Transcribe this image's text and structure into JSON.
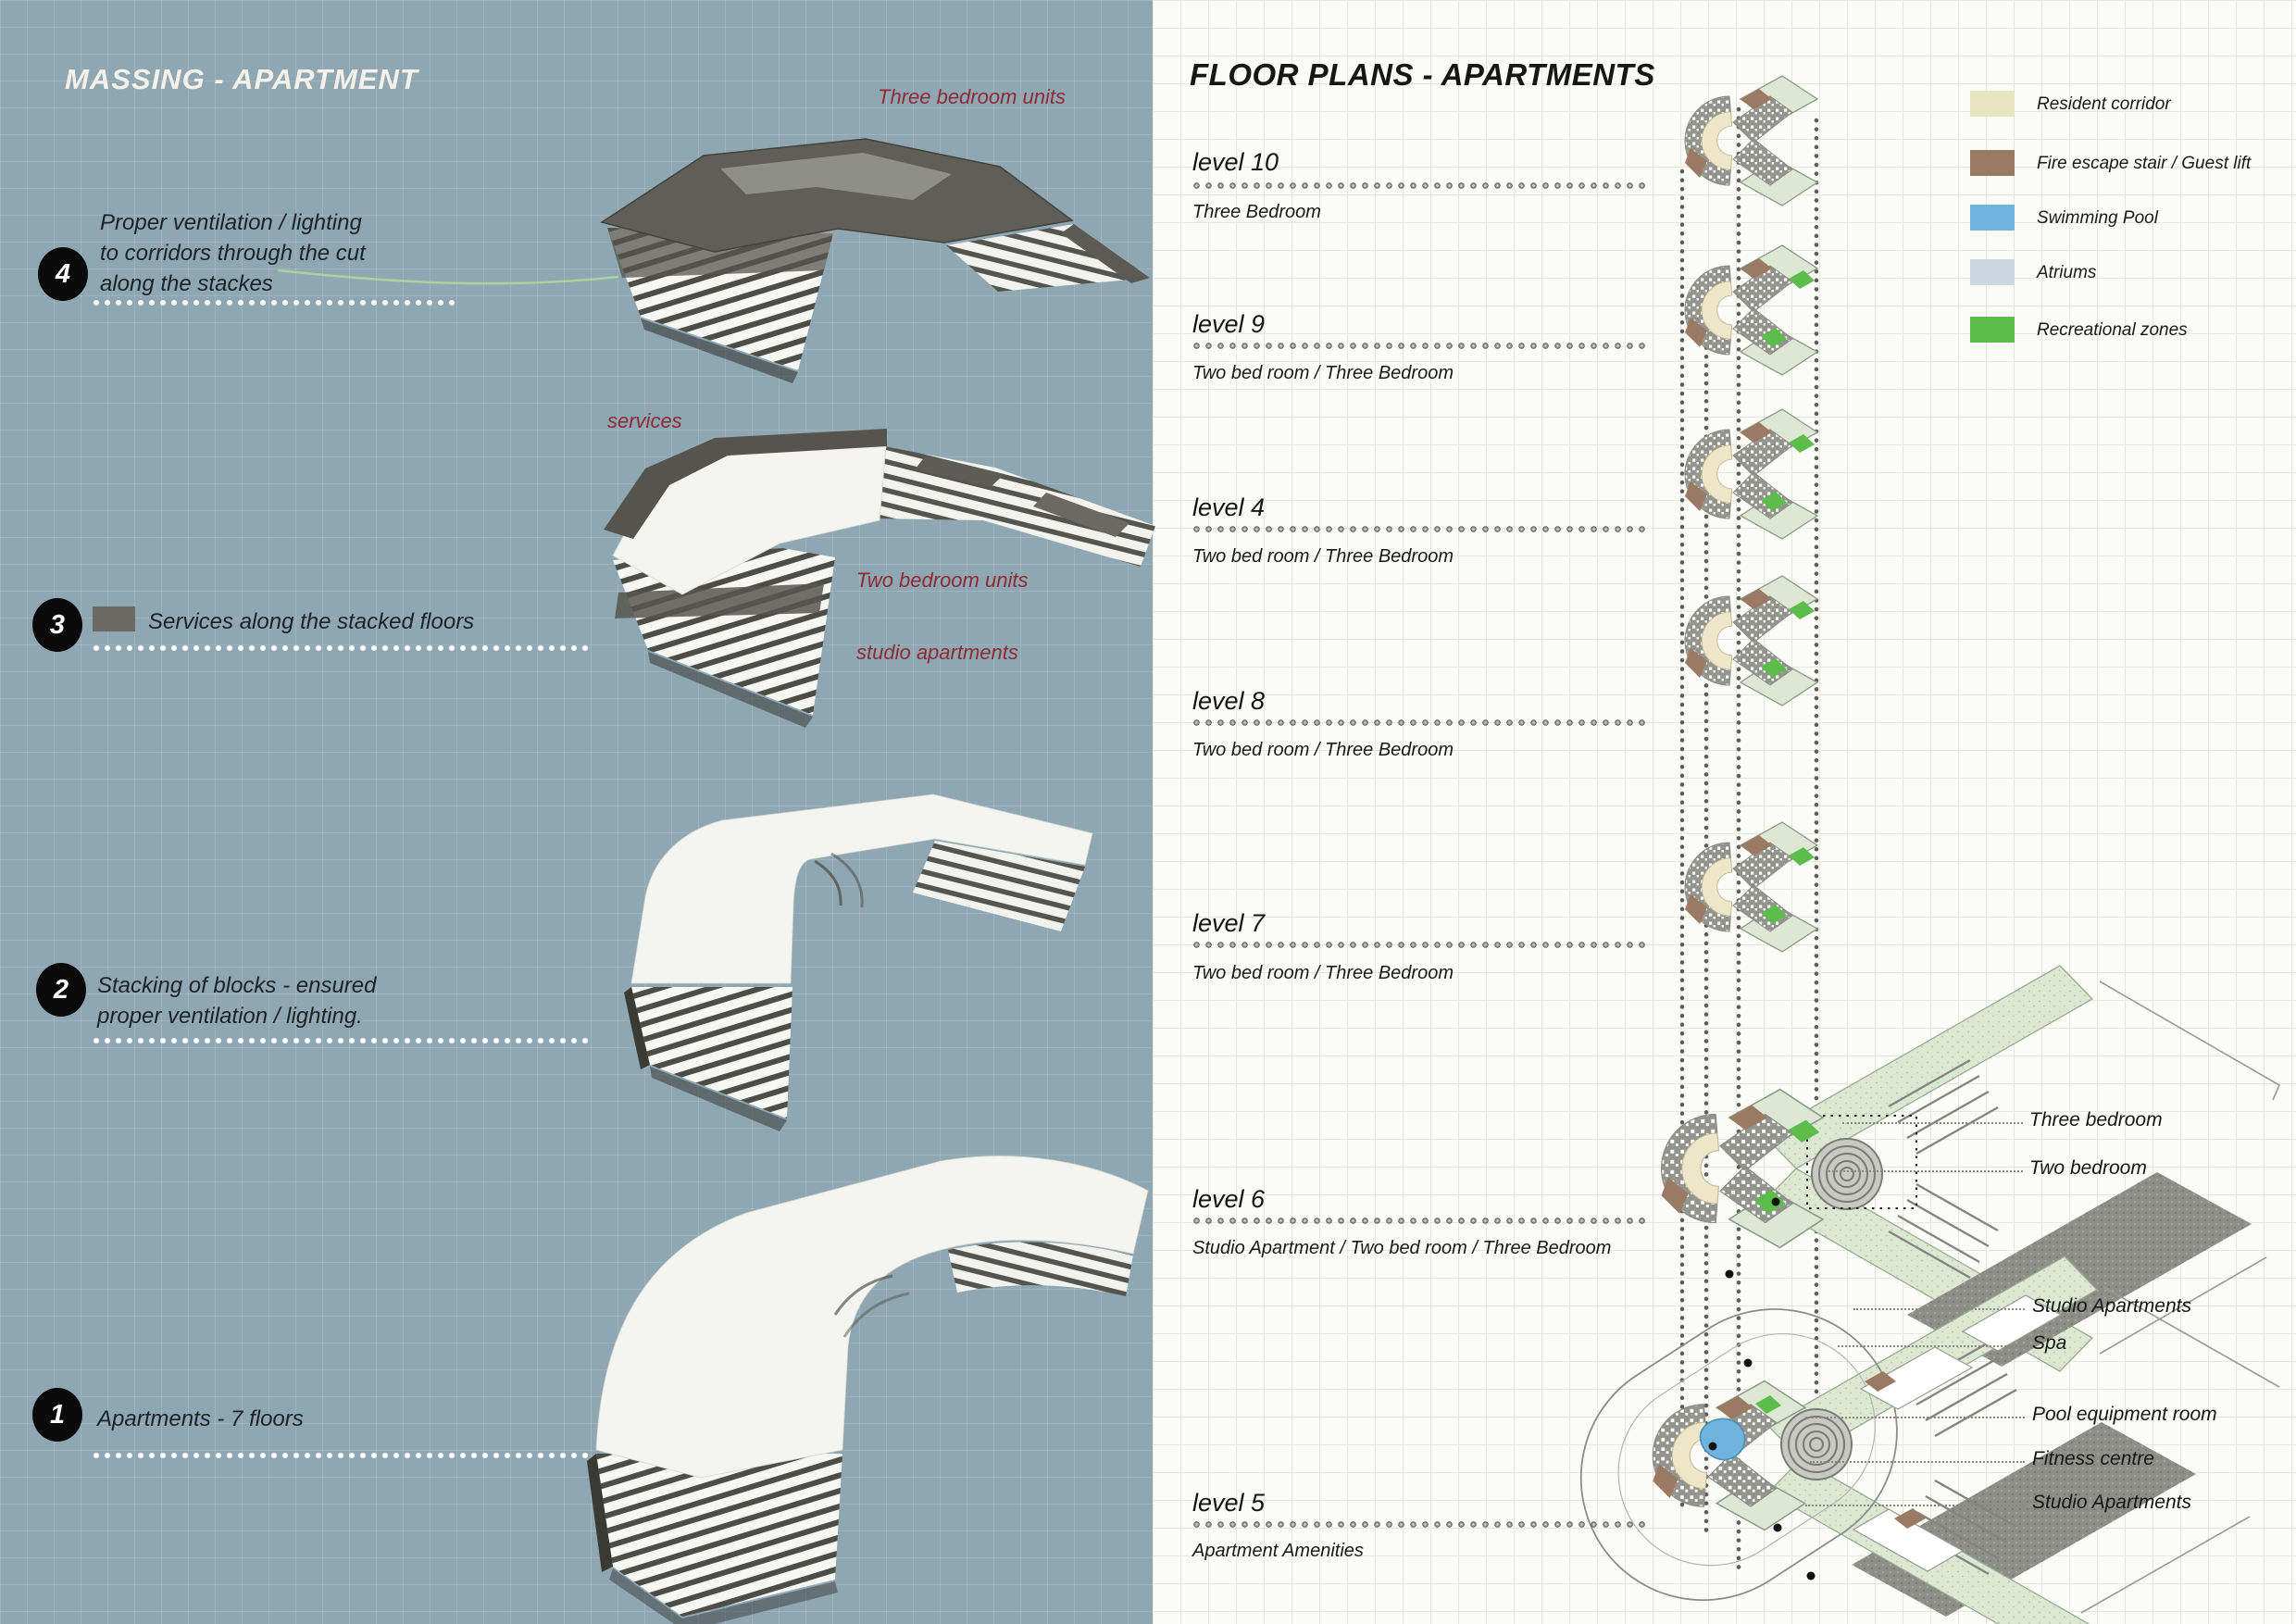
{
  "left_panel": {
    "title": "MASSING - APARTMENT",
    "massing_labels": {
      "three_bedroom": "Three bedroom units",
      "services": "services",
      "two_bedroom": "Two bedroom units",
      "studio": "studio apartments"
    },
    "annotations": [
      {
        "number": "4",
        "text": "Proper ventilation / lighting to corridors through the cut along the stackes"
      },
      {
        "number": "3",
        "text": "Services along the stacked floors",
        "swatch_color": "#6b6b64"
      },
      {
        "number": "2",
        "text": "Stacking of blocks - ensured proper ventilation / lighting."
      },
      {
        "number": "1",
        "text": "Apartments - 7 floors"
      }
    ]
  },
  "right_panel": {
    "title": "FLOOR PLANS - APARTMENTS",
    "legend": [
      {
        "label": "Resident corridor",
        "color": "#e9e5c3"
      },
      {
        "label": "Fire escape stair / Guest lift",
        "color": "#9a7a62"
      },
      {
        "label": "Swimming Pool",
        "color": "#6fb4dc"
      },
      {
        "label": "Atriums",
        "color": "#ccd6de"
      },
      {
        "label": "Recreational zones",
        "color": "#5cbd4b"
      }
    ],
    "levels": [
      {
        "name": "level 10",
        "desc": "Three Bedroom"
      },
      {
        "name": "level 9",
        "desc": "Two bed room / Three Bedroom"
      },
      {
        "name": "level 4",
        "desc": "Two bed room / Three Bedroom"
      },
      {
        "name": "level 8",
        "desc": "Two bed room / Three Bedroom"
      },
      {
        "name": "level 7",
        "desc": "Two bed room / Three Bedroom"
      },
      {
        "name": "level 6",
        "desc": "Studio Apartment / Two bed room / Three Bedroom"
      },
      {
        "name": "level 5",
        "desc": "Apartment Amenities"
      }
    ],
    "callouts": [
      "Three bedroom",
      "Two bedroom",
      "Studio Apartments",
      "Spa",
      "Pool equipment room",
      "Fitness centre",
      "Studio Apartments"
    ]
  }
}
